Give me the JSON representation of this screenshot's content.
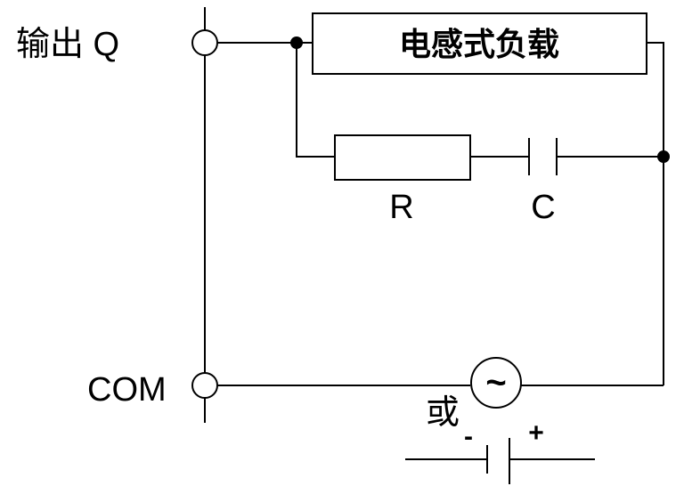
{
  "labels": {
    "output_terminal": "输出 Q",
    "load": "电感式负载",
    "resistor": "R",
    "capacitor": "C",
    "common_terminal": "COM",
    "ac_source_symbol": "~",
    "alternative": "或",
    "dc_minus": "-",
    "dc_plus": "+"
  },
  "colors": {
    "line": "#000000",
    "background": "#ffffff"
  }
}
